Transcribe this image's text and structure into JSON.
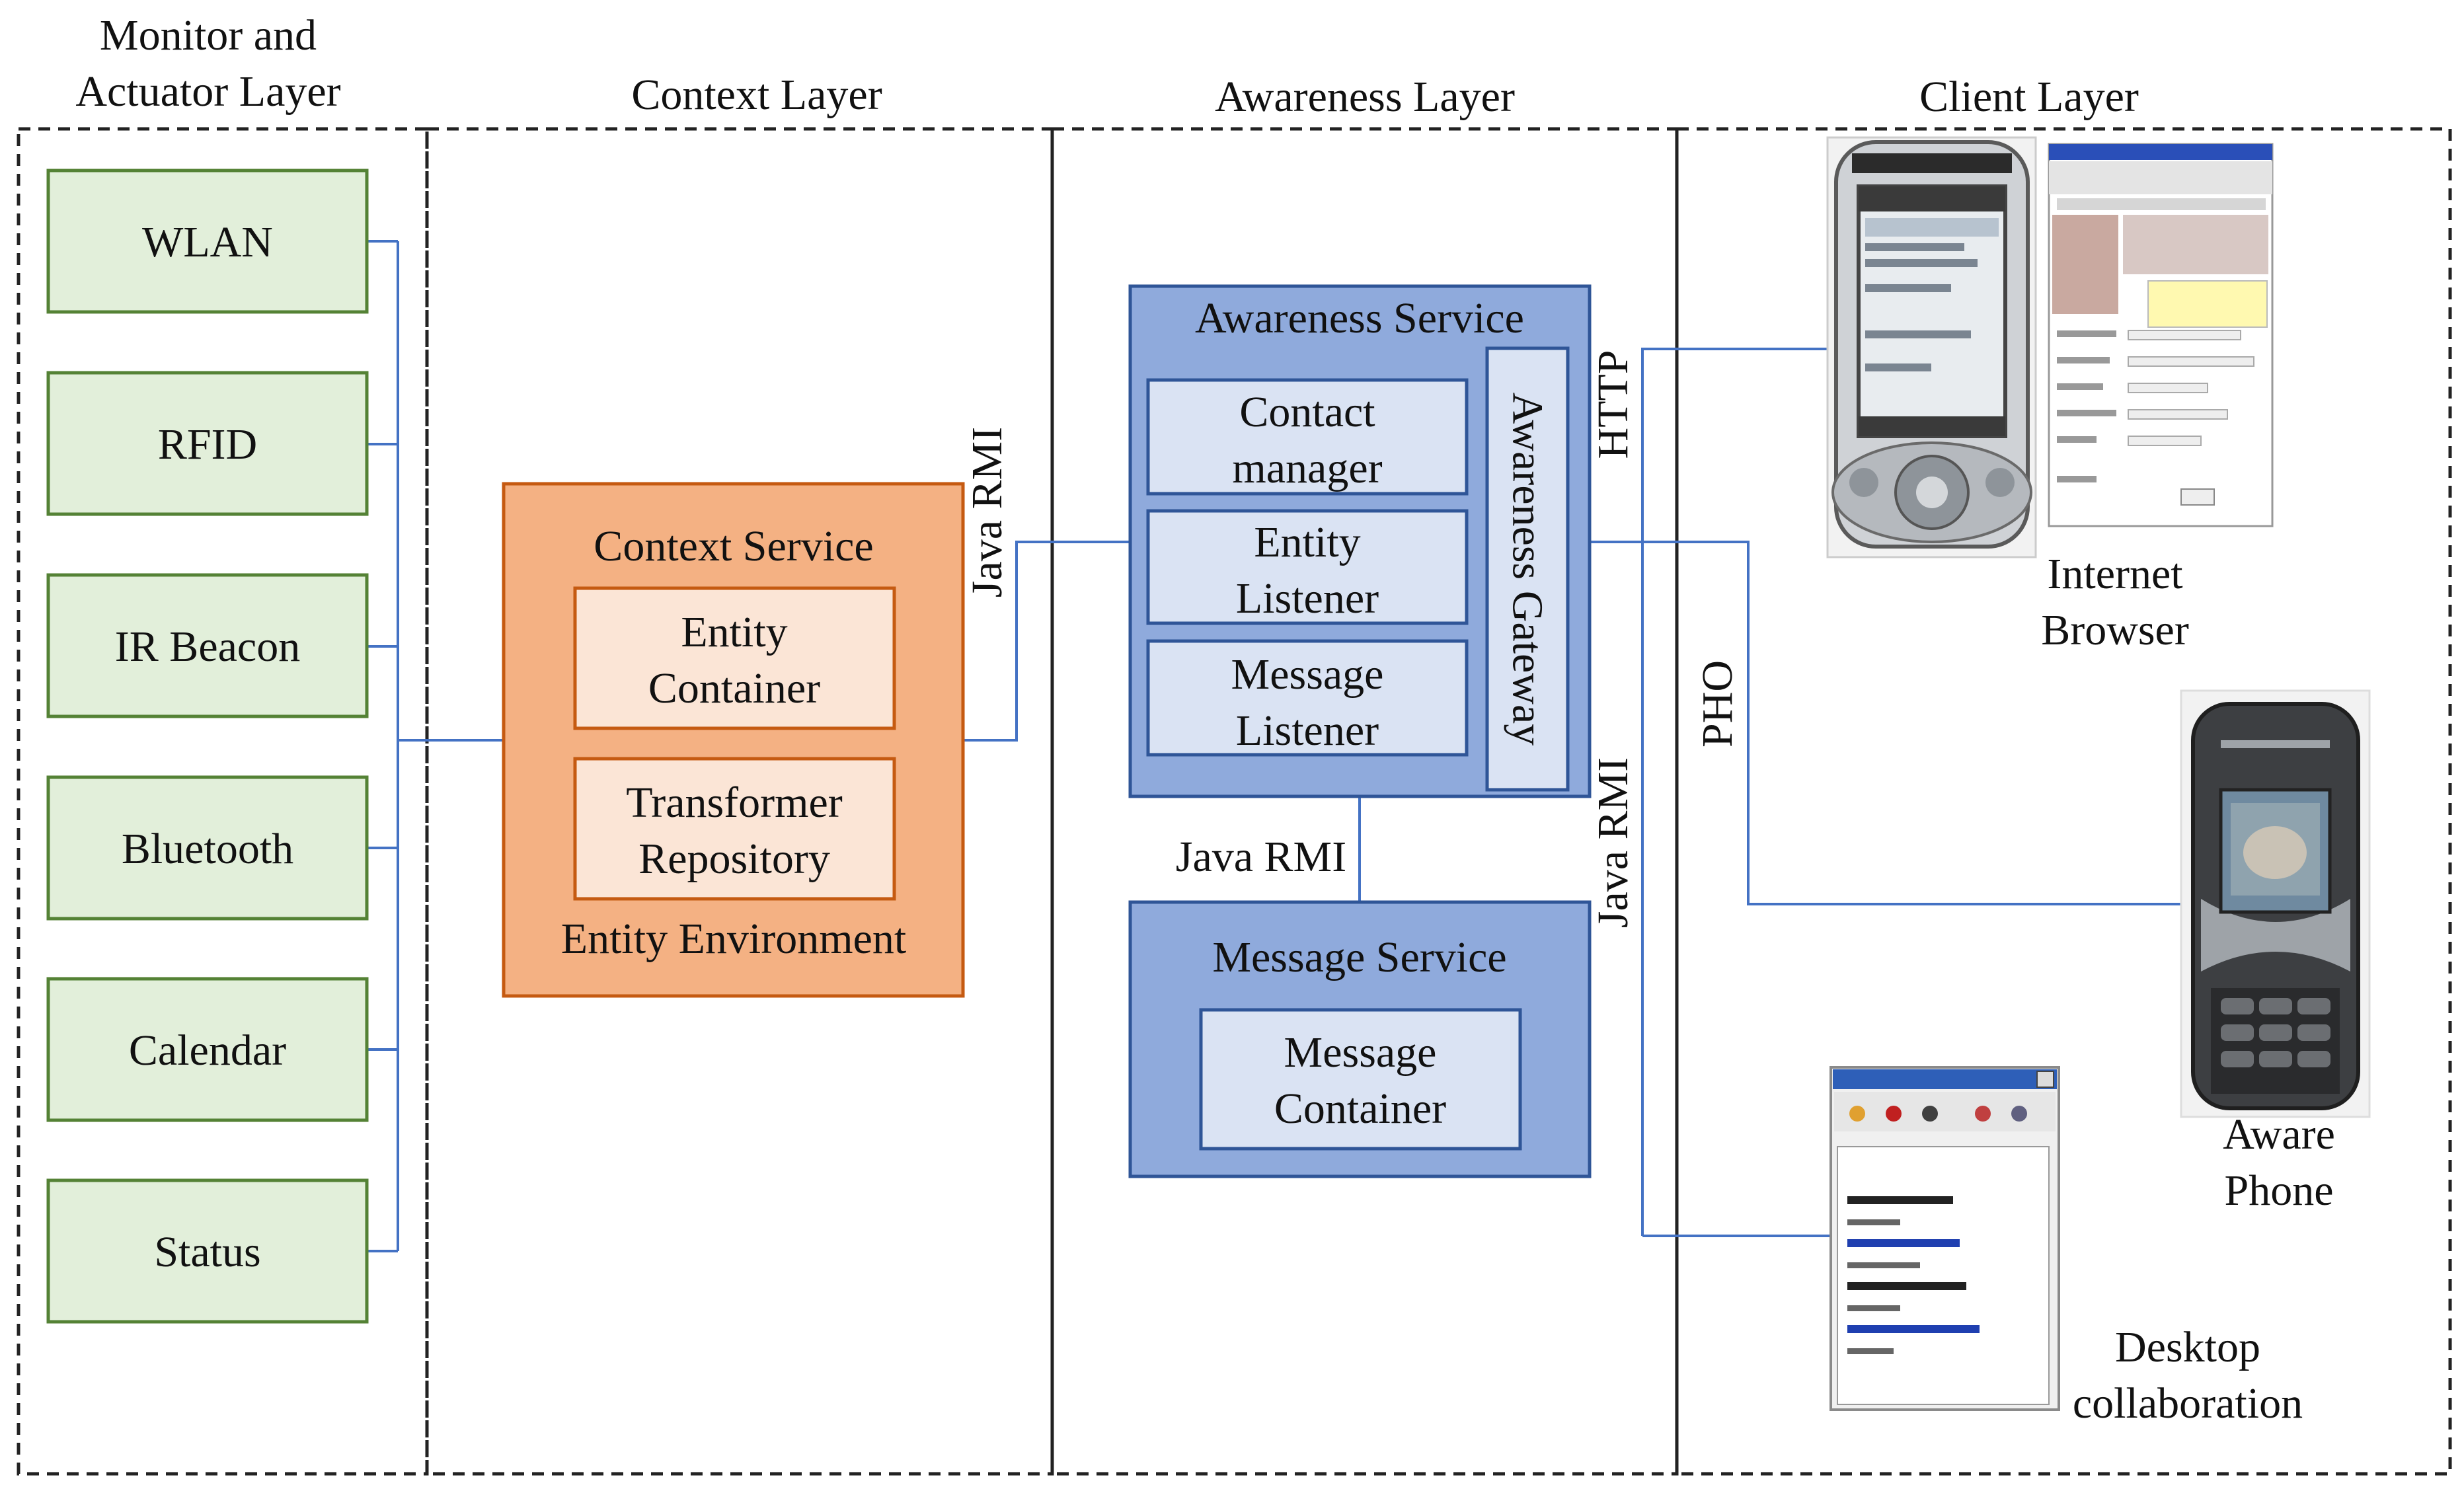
{
  "layers": {
    "monitor": [
      "Monitor and",
      "Actuator Layer"
    ],
    "context": "Context Layer",
    "awareness": "Awareness Layer",
    "client": "Client Layer"
  },
  "sensors": [
    "WLAN",
    "RFID",
    "IR Beacon",
    "Bluetooth",
    "Calendar",
    "Status"
  ],
  "context_service": {
    "title": "Context Service",
    "entity_container": [
      "Entity",
      "Container"
    ],
    "transformer_repository": [
      "Transformer",
      "Repository"
    ],
    "footer": "Entity Environment"
  },
  "awareness_service": {
    "title": "Awareness Service",
    "contact_manager": [
      "Contact",
      "manager"
    ],
    "entity_listener": [
      "Entity",
      "Listener"
    ],
    "message_listener": [
      "Message",
      "Listener"
    ],
    "gateway": "Awareness Gateway"
  },
  "message_service": {
    "title": "Message Service",
    "container": [
      "Message",
      "Container"
    ]
  },
  "connectors": {
    "java_rmi_context": "Java RMI",
    "java_rmi_message": "Java RMI",
    "java_rmi_client": "Java RMI",
    "http": "HTTP",
    "pho": "PHO"
  },
  "clients": {
    "internet_browser": [
      "Internet",
      "Browser"
    ],
    "aware_phone": [
      "Aware",
      "Phone"
    ],
    "desktop": [
      "Desktop",
      "collaboration"
    ]
  },
  "colors": {
    "sensor_fill": "#e2efda",
    "sensor_stroke": "#548235",
    "context_fill": "#f4b183",
    "context_stroke": "#c55a11",
    "context_inner_fill": "#fbe5d6",
    "awareness_fill": "#8faadc",
    "awareness_stroke": "#2f5597",
    "awareness_inner_fill": "#dae3f3",
    "connector": "#4472c4"
  }
}
